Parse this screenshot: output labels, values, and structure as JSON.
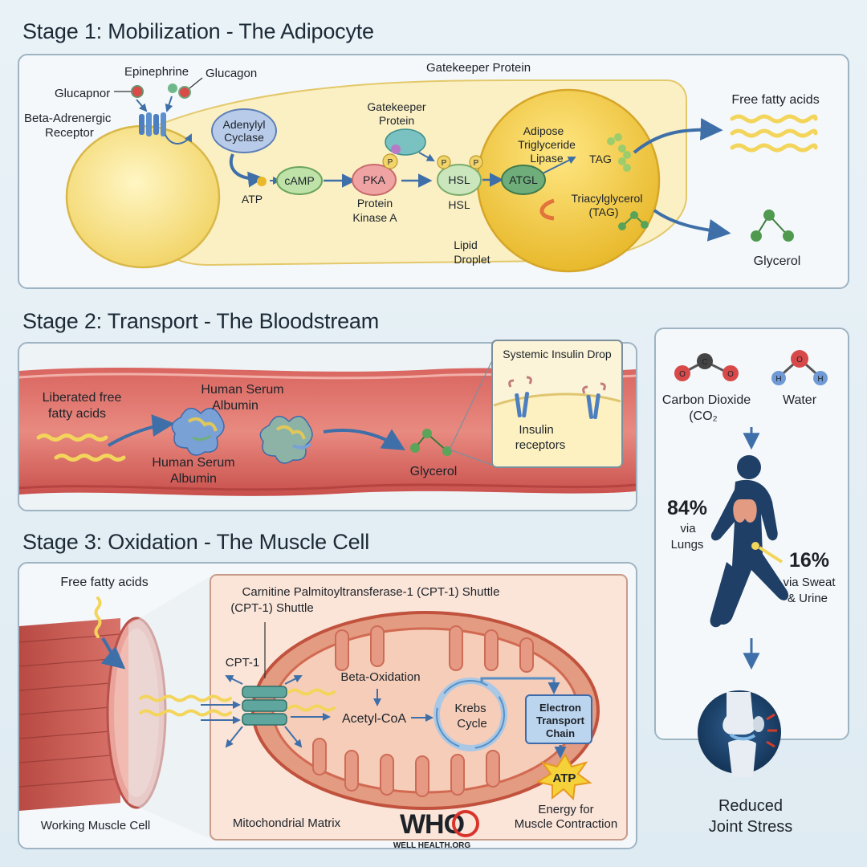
{
  "stage1": {
    "title": "Stage 1: Mobilization - The Adipocyte",
    "gatekeeper_top": "Gatekeeper Protein",
    "hormones": {
      "glucapnor": "Glucapnor",
      "epinephrine": "Epinephrine",
      "glucagon": "Glucagon"
    },
    "receptor": [
      "Beta-Adrenergic",
      "Receptor"
    ],
    "adenylyl": [
      "Adenylyl",
      "Cyclase"
    ],
    "atp": "ATP",
    "camp": "cAMP",
    "pka": "PKA",
    "pka_caption": [
      "Protein",
      "Kinase A"
    ],
    "gatekeeper": [
      "Gatekeeper",
      "Protein"
    ],
    "p": "P",
    "hsl": "HSL",
    "hsl_caption": "HSL",
    "lipid_droplet": [
      "Lipid",
      "Droplet"
    ],
    "adipose": [
      "Adipose",
      "Triglyceride",
      "Lipase"
    ],
    "atgl": "ATGL",
    "tag": "TAG",
    "triacylglycerol": [
      "Triacylglycerol",
      "(TAG)"
    ],
    "free_fatty_acids": "Free fatty acids",
    "glycerol": "Glycerol"
  },
  "stage2": {
    "title": "Stage 2: Transport - The Bloodstream",
    "liberated": [
      "Liberated free",
      "fatty acids"
    ],
    "hsa_top": [
      "Human Serum",
      "Albumin"
    ],
    "hsa_bottom": [
      "Human Serum",
      "Albumin"
    ],
    "glycerol": "Glycerol",
    "insulin_title": "Systemic Insulin Drop",
    "insulin_receptors": [
      "Insulin",
      "receptors"
    ]
  },
  "stage3": {
    "title": "Stage 3: Oxidation - The Muscle Cell",
    "ffa": "Free fatty acids",
    "cpt_title": [
      "Carnitine Palmitoyltransferase-1 (CPT-1) Shuttle",
      "(CPT-1) Shuttle"
    ],
    "cpt1": "CPT-1",
    "beta_ox": "Beta-Oxidation",
    "acetyl": "Acetyl-CoA",
    "krebs": [
      "Krebs",
      "Cycle"
    ],
    "etc": [
      "Electron",
      "Transport",
      "Chain"
    ],
    "atp": "ATP",
    "energy": [
      "Energy for",
      "Muscle Contraction"
    ],
    "working": "Working Muscle Cell",
    "matrix": "Mitochondrial Matrix"
  },
  "side": {
    "co2": [
      "Carbon Dioxide",
      "(CO₂"
    ],
    "water": "Water",
    "atoms": {
      "c": "C",
      "o": "O",
      "h": "H"
    },
    "lungs_pct": "84%",
    "lungs_text": [
      "via",
      "Lungs"
    ],
    "sweat_pct": "16%",
    "sweat_text": [
      "via Sweat",
      "& Urine"
    ],
    "joint": [
      "Reduced",
      "Joint Stress"
    ]
  },
  "logo": {
    "letters": "WHO",
    "org": "WELL HEALTH.ORG"
  },
  "colors": {
    "blue_arrow": "#3f6fa8",
    "fat_yellow": "#f3d55c",
    "blood_red": "#c9504c",
    "mito": "#e39b82",
    "who_blue": "#1f4fa6",
    "who_red": "#d9342b"
  }
}
